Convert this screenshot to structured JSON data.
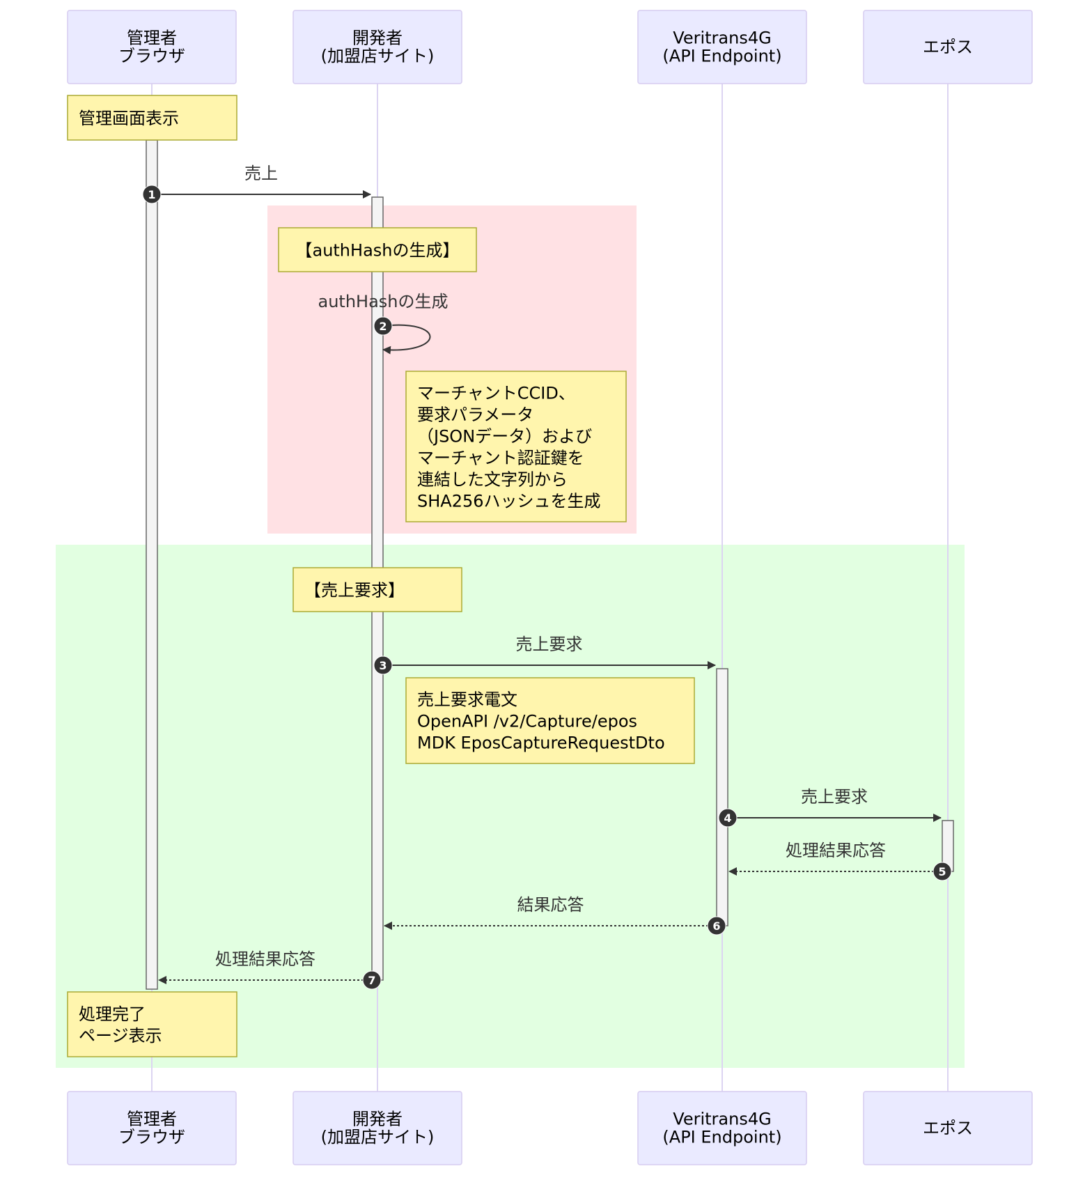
{
  "diagram": {
    "type": "sequence",
    "colors": {
      "actor_fill": "#eaeaff",
      "actor_stroke": "#d6ccf0",
      "lifeline": "#dcd4f2",
      "activation_fill": "#f4f4f4",
      "activation_stroke": "#666666",
      "note_fill": "#fff5ad",
      "note_stroke": "#aaaa33",
      "rect_auth": "#ffe1e4",
      "rect_capture": "#e2ffe1",
      "message": "#333333",
      "number_badge": "#333333"
    },
    "actors": [
      {
        "id": "browser",
        "lines": [
          "管理者",
          "ブラウザ"
        ]
      },
      {
        "id": "dev",
        "lines": [
          "開発者",
          "(加盟店サイト)"
        ]
      },
      {
        "id": "vt",
        "lines": [
          "Veritrans4G",
          "(API Endpoint)"
        ]
      },
      {
        "id": "epos",
        "lines": [
          "エポス"
        ]
      }
    ],
    "notes": [
      {
        "id": "note-admin-view",
        "lines": [
          "管理画面表示"
        ]
      },
      {
        "id": "note-auth-section",
        "lines": [
          "【authHashの生成】"
        ]
      },
      {
        "id": "note-auth-detail",
        "lines": [
          "マーチャントCCID、",
          "要求パラメータ",
          "（JSONデータ）および",
          "マーチャント認証鍵を",
          "連結した文字列から",
          "SHA256ハッシュを生成"
        ]
      },
      {
        "id": "note-capture-section",
        "lines": [
          "【売上要求】"
        ]
      },
      {
        "id": "note-capture-detail",
        "lines": [
          "売上要求電文",
          "OpenAPI /v2/Capture/epos",
          "MDK EposCaptureRequestDto"
        ]
      },
      {
        "id": "note-complete",
        "lines": [
          "処理完了",
          "ページ表示"
        ]
      }
    ],
    "messages": [
      {
        "number": "1",
        "from": "browser",
        "to": "dev",
        "label": "売上",
        "style": "solid"
      },
      {
        "number": "2",
        "from": "dev",
        "to": "dev",
        "label": "authHashの生成",
        "style": "solid"
      },
      {
        "number": "3",
        "from": "dev",
        "to": "vt",
        "label": "売上要求",
        "style": "solid"
      },
      {
        "number": "4",
        "from": "vt",
        "to": "epos",
        "label": "売上要求",
        "style": "solid"
      },
      {
        "number": "5",
        "from": "epos",
        "to": "vt",
        "label": "処理結果応答",
        "style": "dashed"
      },
      {
        "number": "6",
        "from": "vt",
        "to": "dev",
        "label": "結果応答",
        "style": "dashed"
      },
      {
        "number": "7",
        "from": "dev",
        "to": "browser",
        "label": "処理結果応答",
        "style": "dashed"
      }
    ]
  }
}
